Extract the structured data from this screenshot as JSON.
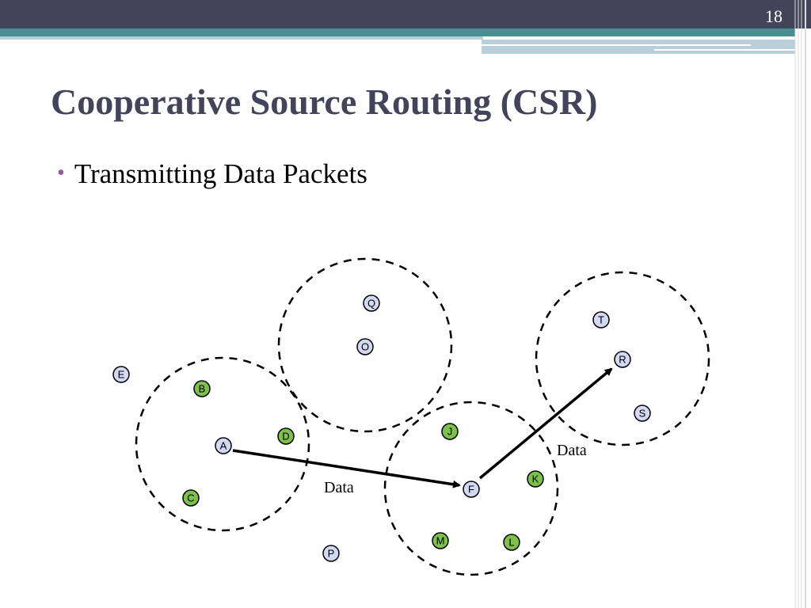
{
  "slide": {
    "number": "18",
    "title": "Cooperative Source Routing (CSR)",
    "bullet": "Transmitting Data Packets"
  },
  "colors": {
    "header": "#434459",
    "teal": "#478f90",
    "light_stripe": "#b9d0da",
    "title": "#434459",
    "bullet": "#9b57a6",
    "node_normal": "#d3d8f3",
    "node_neighbor": "#7dc04b"
  },
  "diagram": {
    "nodes": [
      {
        "id": "Q",
        "type": "normal"
      },
      {
        "id": "O",
        "type": "normal"
      },
      {
        "id": "T",
        "type": "normal"
      },
      {
        "id": "R",
        "type": "normal"
      },
      {
        "id": "S",
        "type": "normal"
      },
      {
        "id": "E",
        "type": "normal"
      },
      {
        "id": "B",
        "type": "neighbor"
      },
      {
        "id": "A",
        "type": "normal"
      },
      {
        "id": "D",
        "type": "neighbor"
      },
      {
        "id": "C",
        "type": "neighbor"
      },
      {
        "id": "J",
        "type": "neighbor"
      },
      {
        "id": "F",
        "type": "normal"
      },
      {
        "id": "K",
        "type": "neighbor"
      },
      {
        "id": "M",
        "type": "neighbor"
      },
      {
        "id": "L",
        "type": "neighbor"
      },
      {
        "id": "P",
        "type": "normal"
      }
    ],
    "edges": [
      {
        "from": "A",
        "to": "F",
        "label": "Data"
      },
      {
        "from": "F",
        "to": "R",
        "label": "Data"
      }
    ]
  }
}
